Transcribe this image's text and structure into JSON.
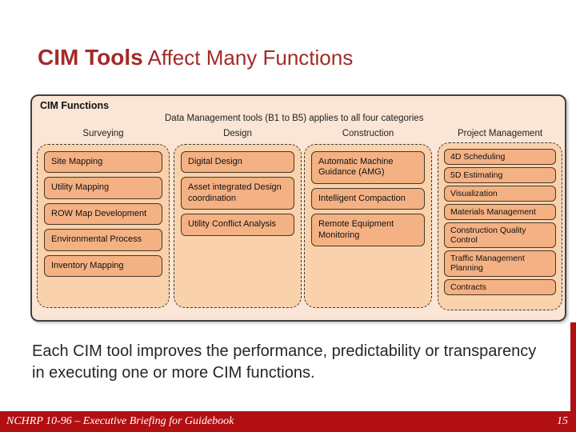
{
  "title": {
    "emphasis": "CIM Tools",
    "rest": " Affect Many Functions"
  },
  "diagram": {
    "header": "CIM Functions",
    "subtitle": "Data Management tools (B1 to B5) applies to all four categories",
    "columns": [
      {
        "label": "Surveying",
        "items": [
          "Site Mapping",
          "Utility Mapping",
          "ROW Map Development",
          "Environmental Process",
          "Inventory Mapping"
        ]
      },
      {
        "label": "Design",
        "items": [
          "Digital Design",
          "Asset integrated Design coordination",
          "Utility Conflict Analysis"
        ]
      },
      {
        "label": "Construction",
        "items": [
          "Automatic Machine Guidance (AMG)",
          "Intelligent Compaction",
          "Remote Equipment Monitoring"
        ]
      },
      {
        "label": "Project Management",
        "items": [
          "4D Scheduling",
          "5D Estimating",
          "Visualization",
          "Materials Management",
          "Construction Quality Control",
          "Traffic Management Planning",
          "Contracts"
        ]
      }
    ]
  },
  "body_text": "Each CIM tool improves the performance, predictability or transparency in executing one or more CIM functions.",
  "footer": {
    "left": "NCHRP 10-96 – Executive Briefing for Guidebook",
    "page_number": "15"
  },
  "colors": {
    "title_red": "#A32A28",
    "accent_red": "#B20F12",
    "panel_fill": "#FBE5D6",
    "group_fill": "#F9D2AB",
    "item_fill": "#F4B183"
  }
}
